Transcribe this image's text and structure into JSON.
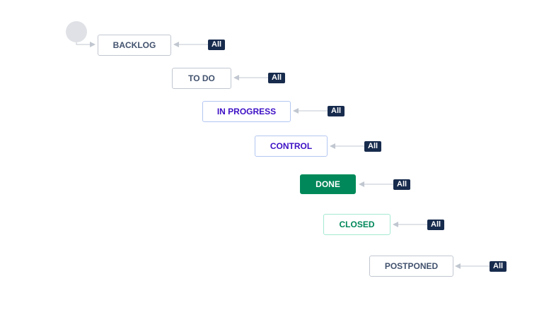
{
  "workflow": {
    "statuses": [
      {
        "id": "backlog",
        "label": "BACKLOG",
        "category": "todo",
        "transition_label": "All"
      },
      {
        "id": "todo",
        "label": "TO DO",
        "category": "todo",
        "transition_label": "All"
      },
      {
        "id": "in-progress",
        "label": "IN PROGRESS",
        "category": "in-progress",
        "transition_label": "All"
      },
      {
        "id": "control",
        "label": "CONTROL",
        "category": "in-progress",
        "transition_label": "All"
      },
      {
        "id": "done",
        "label": "DONE",
        "category": "done",
        "transition_label": "All"
      },
      {
        "id": "closed",
        "label": "CLOSED",
        "category": "done-light",
        "transition_label": "All"
      },
      {
        "id": "postponed",
        "label": "POSTPONED",
        "category": "todo",
        "transition_label": "All"
      }
    ]
  },
  "colors": {
    "todo_border": "#c1c7d0",
    "todo_text": "#42526e",
    "progress_border": "#b3c7f2",
    "progress_text": "#3d10c5",
    "done_fill": "#00875a",
    "done_text": "#ffffff",
    "badge_fill": "#172b4d",
    "edge": "#c1c7d0",
    "start_node": "#dfe1e6"
  }
}
